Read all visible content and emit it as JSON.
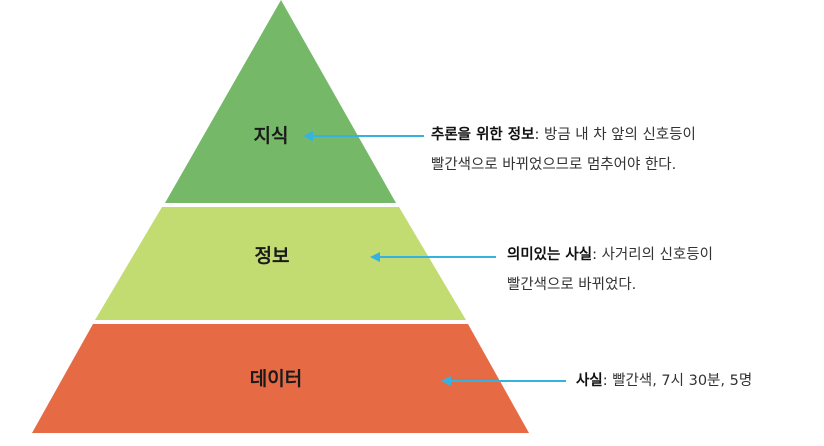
{
  "colors": {
    "knowledge": "#75b968",
    "information": "#c2dc72",
    "data": "#e66b45",
    "arrow": "#35b2df"
  },
  "tiers": {
    "knowledge": {
      "label": "지식"
    },
    "information": {
      "label": "정보"
    },
    "data": {
      "label": "데이터"
    }
  },
  "notes": {
    "knowledge": {
      "term": "추론을 위한 정보",
      "separator": ": ",
      "line1": "방금 내 차 앞의 신호등이",
      "line2": "빨간색으로 바뀌었으므로 멈추어야 한다."
    },
    "information": {
      "term": "의미있는 사실",
      "separator": ": ",
      "line1": "사거리의 신호등이",
      "line2": "빨간색으로 바뀌었다."
    },
    "data": {
      "term": "사실",
      "separator": ": ",
      "line1": "빨간색, 7시 30분, 5명"
    }
  }
}
